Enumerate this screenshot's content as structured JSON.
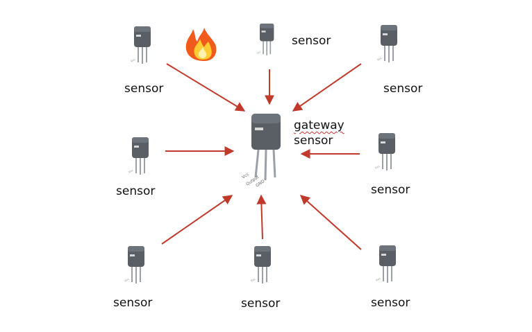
{
  "gateway": {
    "label_line1": "gateway",
    "label_line2": "sensor",
    "pin_labels": [
      "Vcc",
      "Output",
      "GND"
    ]
  },
  "sensors": [
    {
      "id": "top-left",
      "label": "sensor"
    },
    {
      "id": "top-center",
      "label": "sensor"
    },
    {
      "id": "top-right",
      "label": "sensor"
    },
    {
      "id": "middle-left",
      "label": "sensor"
    },
    {
      "id": "middle-right",
      "label": "sensor"
    },
    {
      "id": "bottom-left",
      "label": "sensor"
    },
    {
      "id": "bottom-center",
      "label": "sensor"
    },
    {
      "id": "bottom-right",
      "label": "sensor"
    }
  ],
  "fire_icon": "fire-icon",
  "colors": {
    "arrow": "#c0392b",
    "sensor_body": "#555a60",
    "flame_outer": "#f05a1a",
    "flame_inner": "#ffcc33"
  }
}
